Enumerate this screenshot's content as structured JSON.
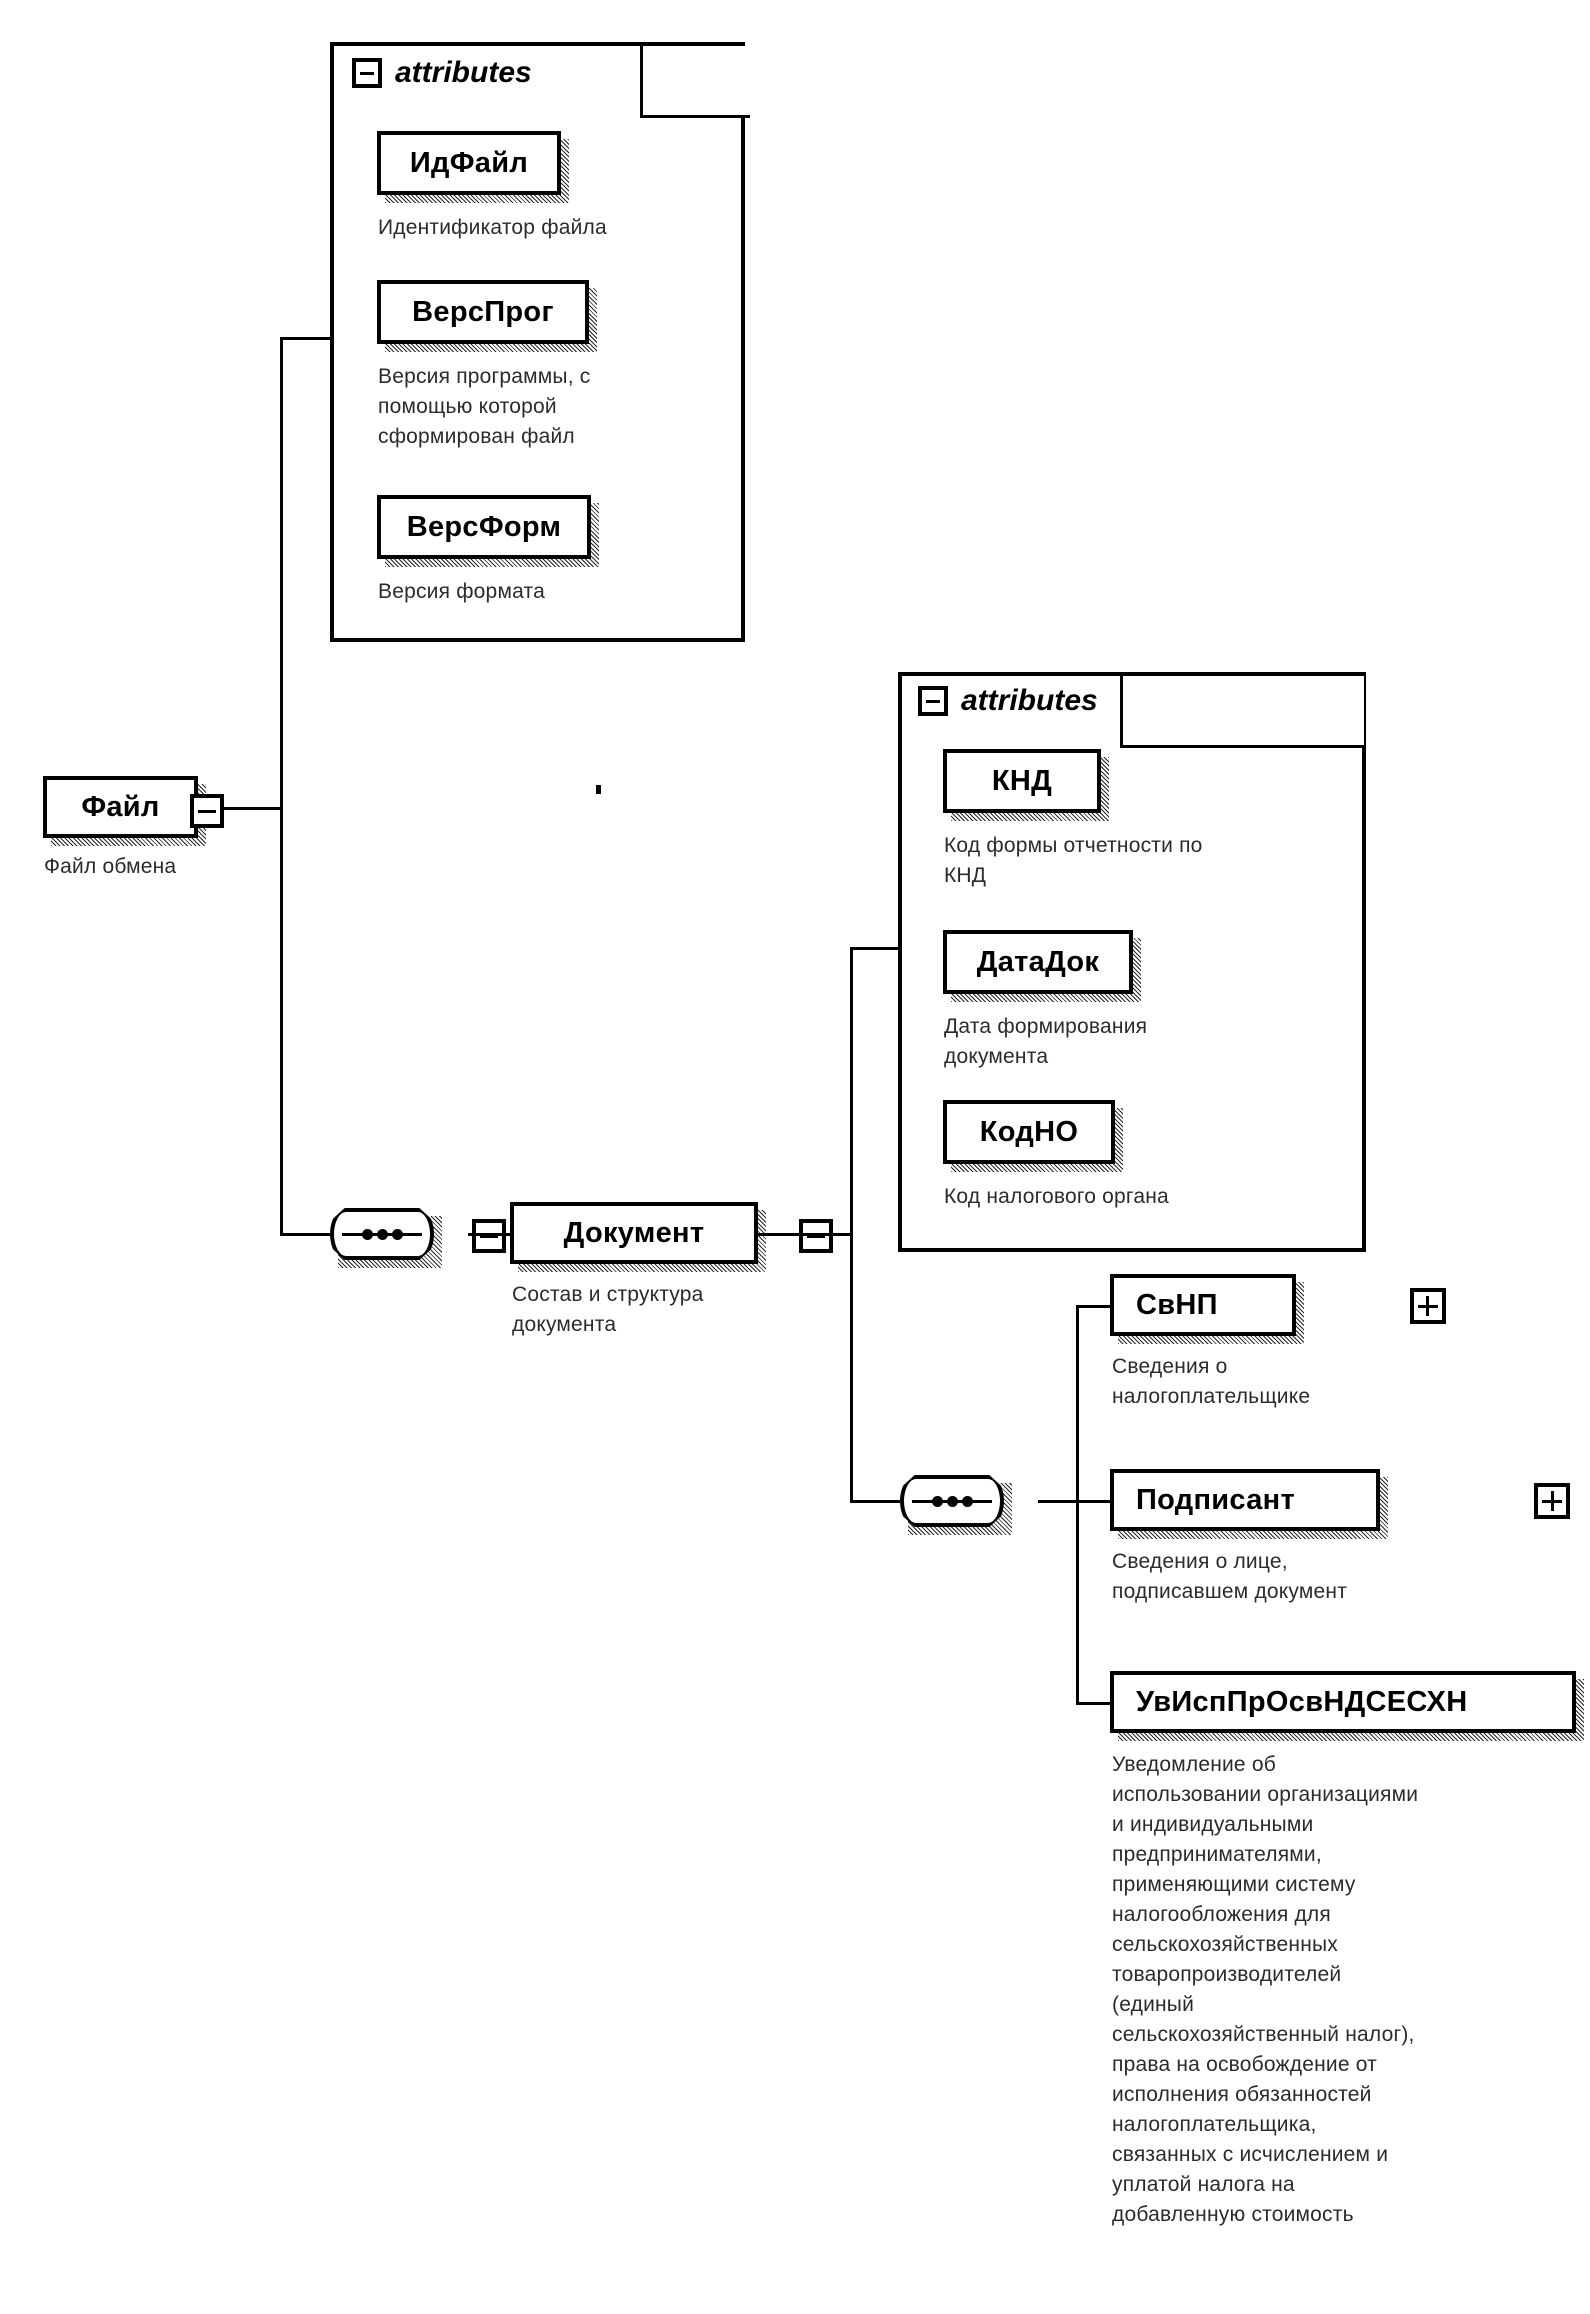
{
  "diagram": {
    "type": "xml-schema-tree",
    "title_text": "",
    "attribute_group_label": "attributes",
    "icons": {
      "collapse": "minus-toggle-icon",
      "expand": "plus-toggle-icon",
      "sequence": "sequence-compositor-icon"
    },
    "root": {
      "name": "Файл",
      "caption": "Файл обмена",
      "toggle": "minus"
    },
    "root_attributes": {
      "label": "attributes",
      "items": [
        {
          "name": "ИдФайл",
          "caption": "Идентификатор файла"
        },
        {
          "name": "ВерсПрог",
          "caption": "Версия программы, с\nпомощью которой\nсформирован файл"
        },
        {
          "name": "ВерсФорм",
          "caption": "Версия формата"
        }
      ]
    },
    "document": {
      "name": "Документ",
      "caption": "Состав и структура\nдокумента",
      "toggle": "minus"
    },
    "document_attributes": {
      "label": "attributes",
      "items": [
        {
          "name": "КНД",
          "caption": "Код формы отчетности по\nКНД"
        },
        {
          "name": "ДатаДок",
          "caption": "Дата формирования\nдокумента"
        },
        {
          "name": "КодНО",
          "caption": "Код налогового органа"
        }
      ]
    },
    "document_children": [
      {
        "name": "СвНП",
        "toggle": "plus",
        "caption": "Сведения о\nналогоплательщике"
      },
      {
        "name": "Подписант",
        "toggle": "plus",
        "caption": "Сведения о лице,\nподписавшем документ"
      },
      {
        "name": "УвИспПрОсвНДСЕСХН",
        "toggle": "plus",
        "caption": "Уведомление об\nиспользовании организациями\nи индивидуальными\nпредпринимателями,\nприменяющими систему\nналогообложения для\nсельскохозяйственных\nтоваропроизводителей\n(единый\nсельскохозяйственный налог),\nправа на освобождение от\nисполнения обязанностей\nналогоплательщика,\nсвязанных с исчислением и\nуплатой налога на\nдобавленную стоимость"
      }
    ],
    "colors": {
      "stroke": "#000000",
      "background": "#ffffff",
      "caption_text": "#2b2b2b"
    }
  }
}
